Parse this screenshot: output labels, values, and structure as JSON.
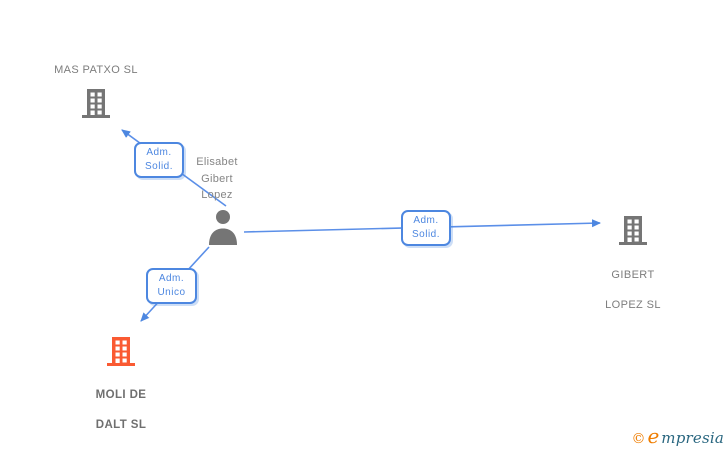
{
  "diagram": {
    "person": {
      "name": "Elisabet Gibert Lopez",
      "name_lines": [
        "Elisabet",
        "Gibert",
        "Lopez"
      ]
    },
    "companies": [
      {
        "id": "mas-patxo",
        "name": "MAS PATXO SL",
        "lines": [
          "MAS PATXO SL"
        ],
        "icon_color": "#757575"
      },
      {
        "id": "gibert-lopez",
        "name": "GIBERT LOPEZ SL",
        "lines": [
          "GIBERT",
          "LOPEZ SL"
        ],
        "icon_color": "#757575"
      },
      {
        "id": "moli-de-dalt",
        "name": "MOLI DE DALT SL",
        "lines": [
          "MOLI DE",
          "DALT SL"
        ],
        "icon_color": "#fa5a32"
      }
    ],
    "relations": [
      {
        "from": "person",
        "to": "mas-patxo",
        "label": "Adm. Solid.",
        "label_lines": [
          "Adm.",
          "Solid."
        ]
      },
      {
        "from": "person",
        "to": "gibert-lopez",
        "label": "Adm. Solid.",
        "label_lines": [
          "Adm.",
          "Solid."
        ]
      },
      {
        "from": "person",
        "to": "moli-de-dalt",
        "label": "Adm. Unico",
        "label_lines": [
          "Adm.",
          "Unico"
        ]
      }
    ],
    "colors": {
      "accent_blue": "#4d87e0",
      "icon_gray": "#757575",
      "icon_orange": "#fa5a32",
      "text_gray": "#7d7d7d"
    }
  },
  "footer": {
    "copyright_symbol": "©",
    "brand_initial": "e",
    "brand_rest": "mpresia"
  }
}
